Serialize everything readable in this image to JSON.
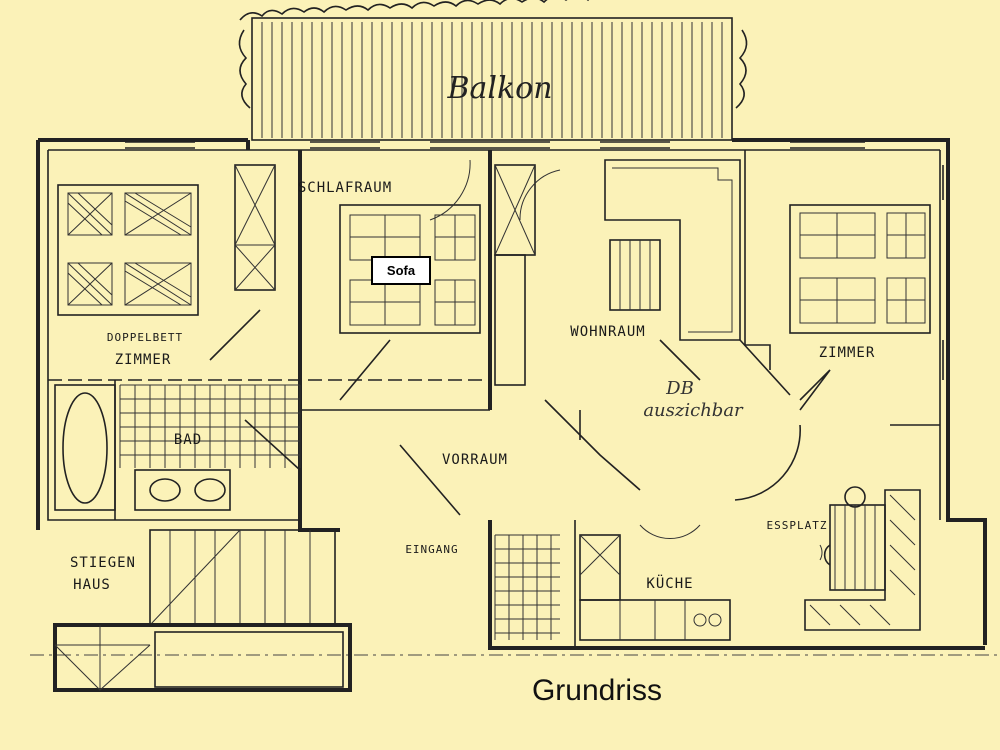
{
  "plan": {
    "title": "Grundriss",
    "rooms": {
      "balkon": "Balkon",
      "schlafraum": "SCHLAFRAUM",
      "doppelbett": "DOPPELBETT",
      "zimmer_left": "ZIMMER",
      "wohnraum": "WOHNRAUM",
      "zimmer_right": "ZIMMER",
      "db_note_1": "DB",
      "db_note_2": "auszichbar",
      "bad": "BAD",
      "vorraum": "VORRAUM",
      "stiegen_1": "STIEGEN",
      "stiegen_2": "HAUS",
      "eingang": "EINGANG",
      "kueche": "KÜCHE",
      "essplatz": "ESSPLATZ"
    },
    "sofa_label": "Sofa"
  },
  "colors": {
    "paper": "#fbf2b8",
    "ink": "#222222",
    "label_bg": "#ffffff"
  }
}
